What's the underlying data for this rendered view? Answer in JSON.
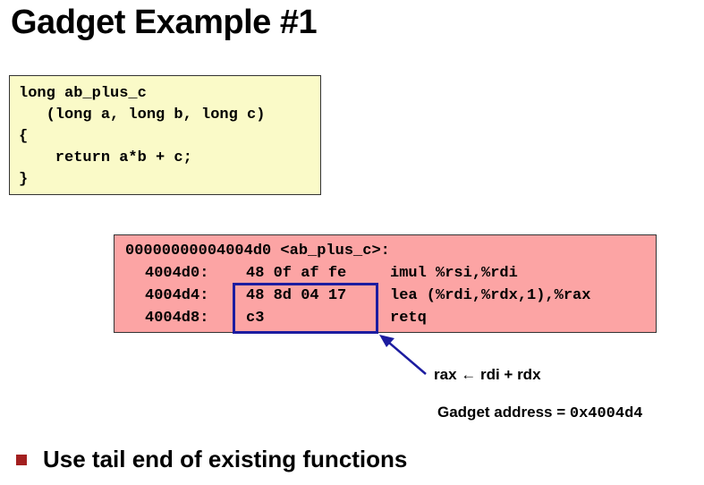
{
  "title": "Gadget Example #1",
  "c_code": {
    "lines": [
      "long ab_plus_c",
      "   (long a, long b, long c)",
      "{",
      "    return a*b + c;",
      "}"
    ]
  },
  "asm": {
    "header": "00000000004004d0 <ab_plus_c>:",
    "rows": [
      {
        "addr": "4004d0:",
        "bytes": "48 0f af fe",
        "instr": "imul %rsi,%rdi"
      },
      {
        "addr": "4004d4:",
        "bytes": "48 8d 04 17",
        "instr": "lea (%rdi,%rdx,1),%rax"
      },
      {
        "addr": "4004d8:",
        "bytes": "c3",
        "instr": "retq"
      }
    ]
  },
  "annotation": {
    "effect": "rax ← rdi + rdx",
    "address_label": "Gadget address = ",
    "address_value": "0x4004d4"
  },
  "bullet": {
    "text": "Use tail end of existing functions"
  },
  "colors": {
    "c_box_bg": "#fafac8",
    "asm_box_bg": "#fca4a4",
    "highlight": "#1c1ca0",
    "bullet": "#a31f1f"
  }
}
